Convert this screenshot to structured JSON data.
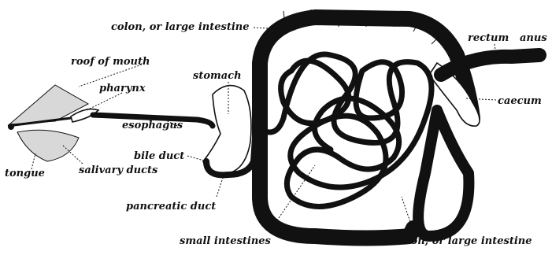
{
  "labels": {
    "colon_top": "colon, or large intestine",
    "rectum": "rectum",
    "anus": "anus",
    "roof_of_mouth": "roof of mouth",
    "pharynx": "pharynx",
    "stomach": "stomach",
    "caecum": "caecum",
    "esophagus": "esophagus",
    "bile_duct": "bile duct",
    "tongue": "tongue",
    "salivary_ducts": "salivary ducts",
    "pancreatic_duct": "pancreatic duct",
    "small_intestines": "small intestines",
    "colon_bottom": "colon, or large intestine"
  }
}
